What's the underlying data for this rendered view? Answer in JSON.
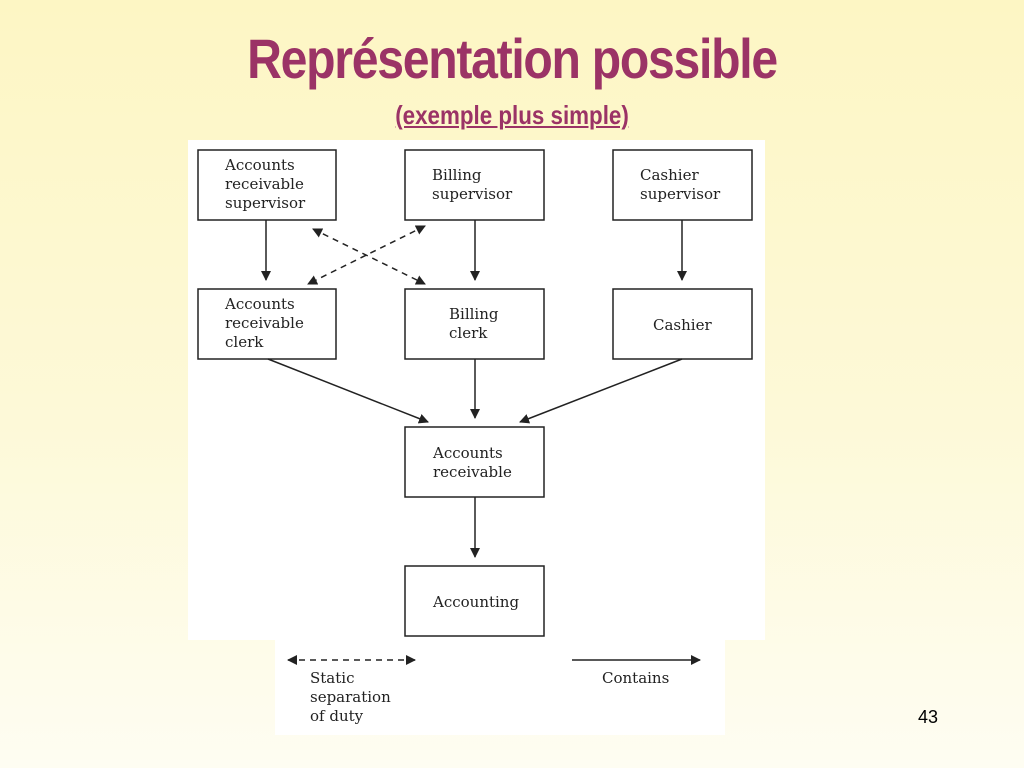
{
  "slide": {
    "title": "Représentation possible",
    "subtitle": "(exemple plus simple)",
    "page_number": "43"
  },
  "diagram": {
    "nodes": {
      "ar_supervisor": [
        "Accounts",
        "receivable",
        "supervisor"
      ],
      "billing_supervisor": [
        "Billing",
        "supervisor"
      ],
      "cashier_supervisor": [
        "Cashier",
        "supervisor"
      ],
      "ar_clerk": [
        "Accounts",
        "receivable",
        "clerk"
      ],
      "billing_clerk": [
        "Billing",
        "clerk"
      ],
      "cashier": [
        "Cashier"
      ],
      "accounts_receivable": [
        "Accounts",
        "receivable"
      ],
      "accounting": [
        "Accounting"
      ]
    },
    "legend": {
      "static_separation": [
        "Static",
        "separation",
        "of duty"
      ],
      "contains": "Contains"
    }
  }
}
